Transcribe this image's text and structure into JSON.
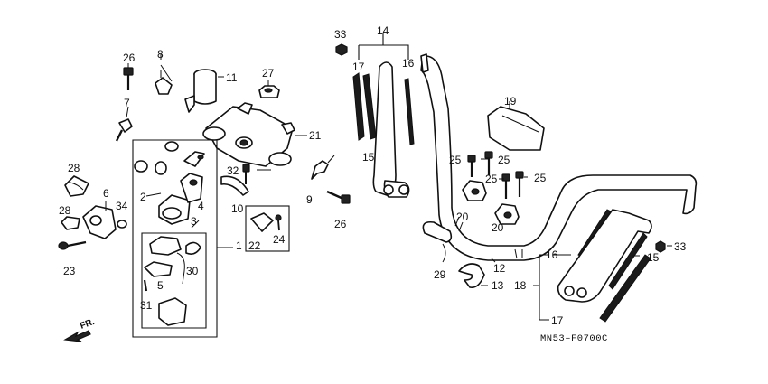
{
  "diagram_code": "MN53–F0700C",
  "front_label": "FR.",
  "callouts": {
    "c2": "2",
    "c3": "3",
    "c4": "4",
    "c5": "5",
    "c6": "6",
    "c7": "7",
    "c8": "8",
    "c9": "9",
    "c10": "10",
    "c11": "11",
    "c12": "12",
    "c13": "13",
    "c14": "14",
    "c15a": "15",
    "c15b": "15",
    "c16a": "16",
    "c16b": "16",
    "c17a": "17",
    "c17b": "17",
    "c18": "18",
    "c19": "19",
    "c20a": "20",
    "c20b": "20",
    "c21": "21",
    "c22": "22",
    "c23": "23",
    "c24": "24",
    "c25a": "25",
    "c25b": "25",
    "c25c": "25",
    "c25d": "25",
    "c26a": "26",
    "c26b": "26",
    "c27": "27",
    "c28a": "28",
    "c28b": "28",
    "c29": "29",
    "c30": "30",
    "c31": "31",
    "c32": "32",
    "c33a": "33",
    "c33b": "33",
    "c34": "34",
    "c1": "1"
  }
}
